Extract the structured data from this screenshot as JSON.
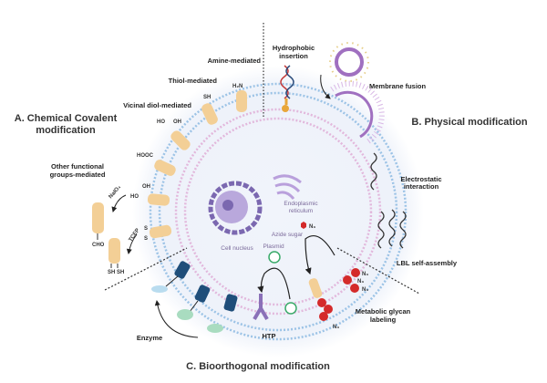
{
  "sections": {
    "a_line1": "A. Chemical Covalent",
    "a_line2": "modification",
    "b": "B. Physical modification",
    "c": "C. Bioorthogonal modification"
  },
  "chemical": {
    "amine": "Amine-mediated",
    "thiol": "Thiol-mediated",
    "vicinal": "Vicinal diol-mediated",
    "other_line1": "Other functional",
    "other_line2": "groups-mediated",
    "h2n": "H₂N",
    "sh": "SH",
    "ho": "HO",
    "oh": "OH",
    "hooc": "HOOC",
    "naio4": "NaIO₄",
    "cho": "CHO",
    "tcep": "TCEP",
    "shsh": "SH SH",
    "s": "S"
  },
  "physical": {
    "hydrophobic_line1": "Hydrophobic",
    "hydrophobic_line2": "insertion",
    "membrane_fusion": "Membrane fusion",
    "electrostatic_line1": "Electrostatic",
    "electrostatic_line2": "interaction",
    "lbl": "LBL self-assembly"
  },
  "bioorthogonal": {
    "metabolic_line1": "Metabolic glycan",
    "metabolic_line2": "labeling",
    "htp": "HTP",
    "enzyme": "Enzyme",
    "plasmid": "Plasmid",
    "azide_sugar": "Azide sugar",
    "n3": "N₃"
  },
  "cell": {
    "nucleus": "Cell nucleus",
    "er_line1": "Endoplasmic",
    "er_line2": "reticulum"
  },
  "colors": {
    "outer_ring": "#9cc3e6",
    "inner_ring": "#e2b8dc",
    "nucleus": "#7b68b0",
    "protein": "#f3cf96",
    "azide": "#d42a2a",
    "enzyme_dark": "#1f4e7a",
    "membrane": "#a070c0"
  }
}
